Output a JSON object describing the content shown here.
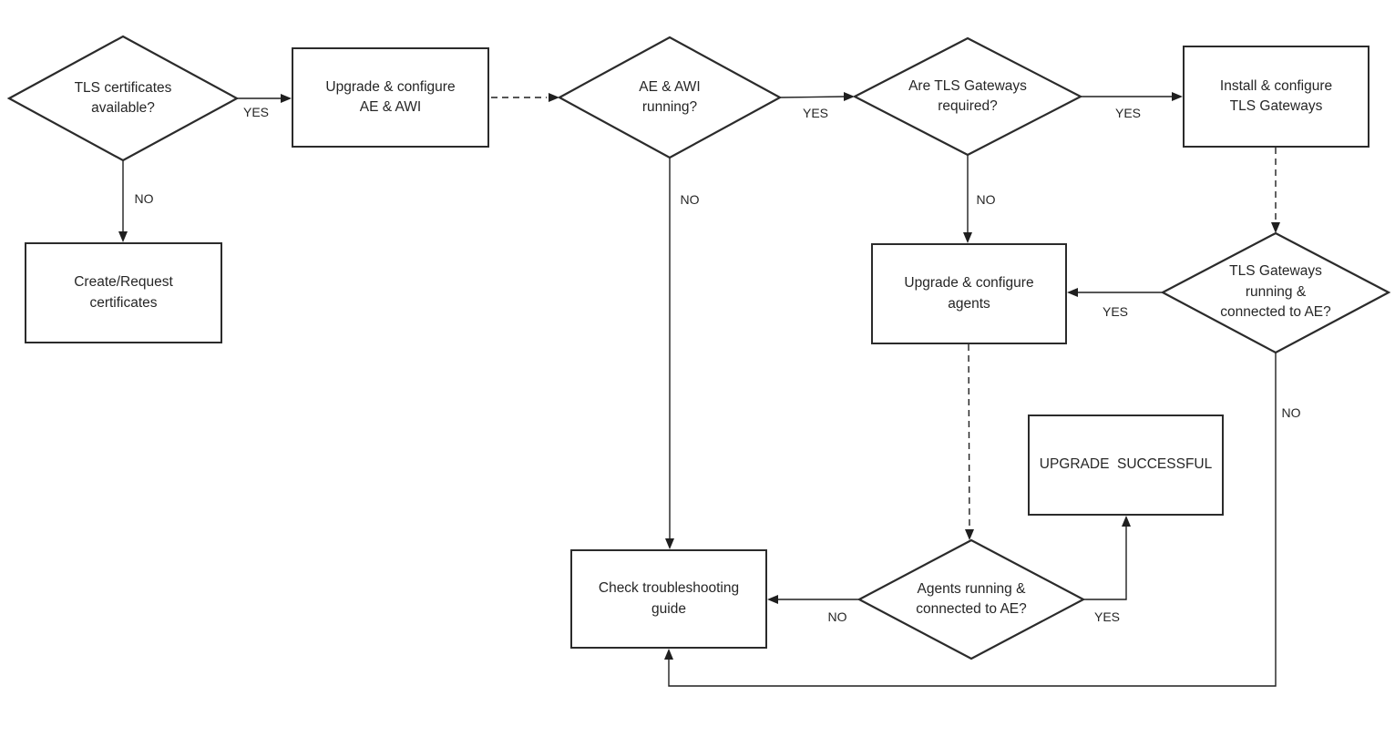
{
  "diagram": {
    "type": "flowchart",
    "colors": {
      "background": "#ffffff",
      "shape_stroke": "#2b2b2b",
      "connector_stroke": "#1f1f1f",
      "text": "#262626"
    },
    "nodes": {
      "tls_certs": {
        "shape": "decision",
        "label": "TLS certificates available?"
      },
      "upgrade_ae_awi": {
        "shape": "process",
        "label": "Upgrade & configure AE & AWI"
      },
      "ae_awi_running": {
        "shape": "decision",
        "label": "AE & AWI running?"
      },
      "gw_required": {
        "shape": "decision",
        "label": "Are TLS Gateways required?"
      },
      "install_gw": {
        "shape": "process",
        "label": "Install & configure TLS Gateways"
      },
      "create_certs": {
        "shape": "process",
        "label": "Create/Request certificates"
      },
      "gw_running": {
        "shape": "decision",
        "label": "TLS Gateways running & connected to AE?"
      },
      "upgrade_agents": {
        "shape": "process",
        "label": "Upgrade & configure agents"
      },
      "upgrade_successful": {
        "shape": "process",
        "label": "UPGRADE  SUCCESSFUL"
      },
      "agents_running": {
        "shape": "decision",
        "label": "Agents running & connected to AE?"
      },
      "check_guide": {
        "shape": "process",
        "label": "Check troubleshooting guide"
      }
    },
    "edge_labels": {
      "certs_yes": "YES",
      "certs_no": "NO",
      "running_yes": "YES",
      "running_no": "NO",
      "gw_required_yes": "YES",
      "gw_required_no": "NO",
      "gw_running_yes": "YES",
      "gw_running_no": "NO",
      "agents_yes": "YES",
      "agents_no": "NO"
    }
  }
}
